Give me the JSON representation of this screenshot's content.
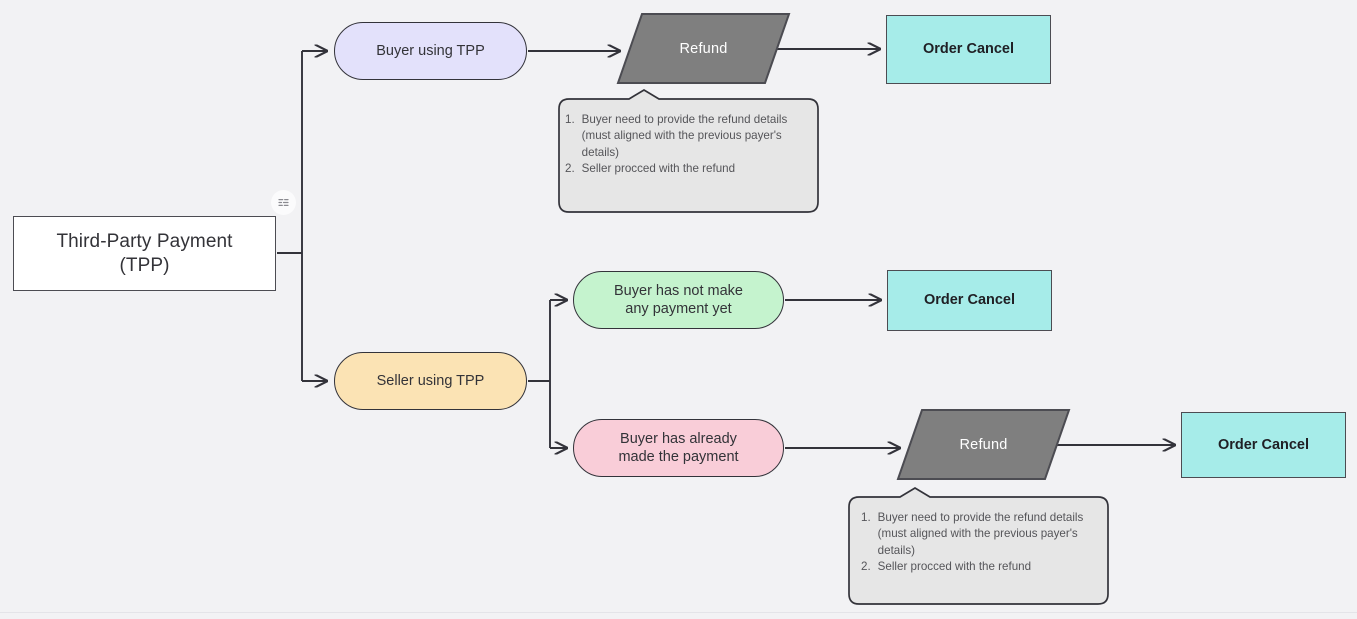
{
  "diagram": {
    "title": "Third-Party Payment (TPP) refund / order cancellation flow",
    "colors": {
      "background": "#f2f2f4",
      "stroke": "#33333a",
      "root_fill": "#ffffff",
      "buyer_tpp_fill": "#e3e1fb",
      "seller_tpp_fill": "#fbe3b4",
      "no_payment_fill": "#c5f3ce",
      "already_paid_fill": "#f9cdd8",
      "refund_fill": "#7f7f7f",
      "order_cancel_fill": "#a6ece9",
      "note_fill": "#e6e6e6",
      "note_text": "#555559"
    },
    "nodes": {
      "root": {
        "label_line1": "Third-Party Payment",
        "label_line2": "(TPP)",
        "shape": "rectangle"
      },
      "buyer_tpp": {
        "label": "Buyer using TPP",
        "shape": "stadium"
      },
      "seller_tpp": {
        "label": "Seller using TPP",
        "shape": "stadium"
      },
      "no_payment": {
        "label_line1": "Buyer has not make",
        "label_line2": "any payment yet",
        "shape": "stadium"
      },
      "already_paid": {
        "label_line1": "Buyer has already",
        "label_line2": "made the payment",
        "shape": "stadium"
      },
      "refund_top": {
        "label": "Refund",
        "shape": "parallelogram"
      },
      "refund_bottom": {
        "label": "Refund",
        "shape": "parallelogram"
      },
      "order_cancel_1": {
        "label": "Order Cancel",
        "shape": "rectangle"
      },
      "order_cancel_2": {
        "label": "Order Cancel",
        "shape": "rectangle"
      },
      "order_cancel_3": {
        "label": "Order Cancel",
        "shape": "rectangle"
      }
    },
    "notes": {
      "refund_note": {
        "items": [
          {
            "num": "1.",
            "text": "Buyer need to provide the refund details (must aligned with the previous payer's details)"
          },
          {
            "num": "2.",
            "text": "Seller procced with the refund"
          }
        ]
      }
    },
    "icons": {
      "root_badge": "shuffle-icon"
    }
  }
}
